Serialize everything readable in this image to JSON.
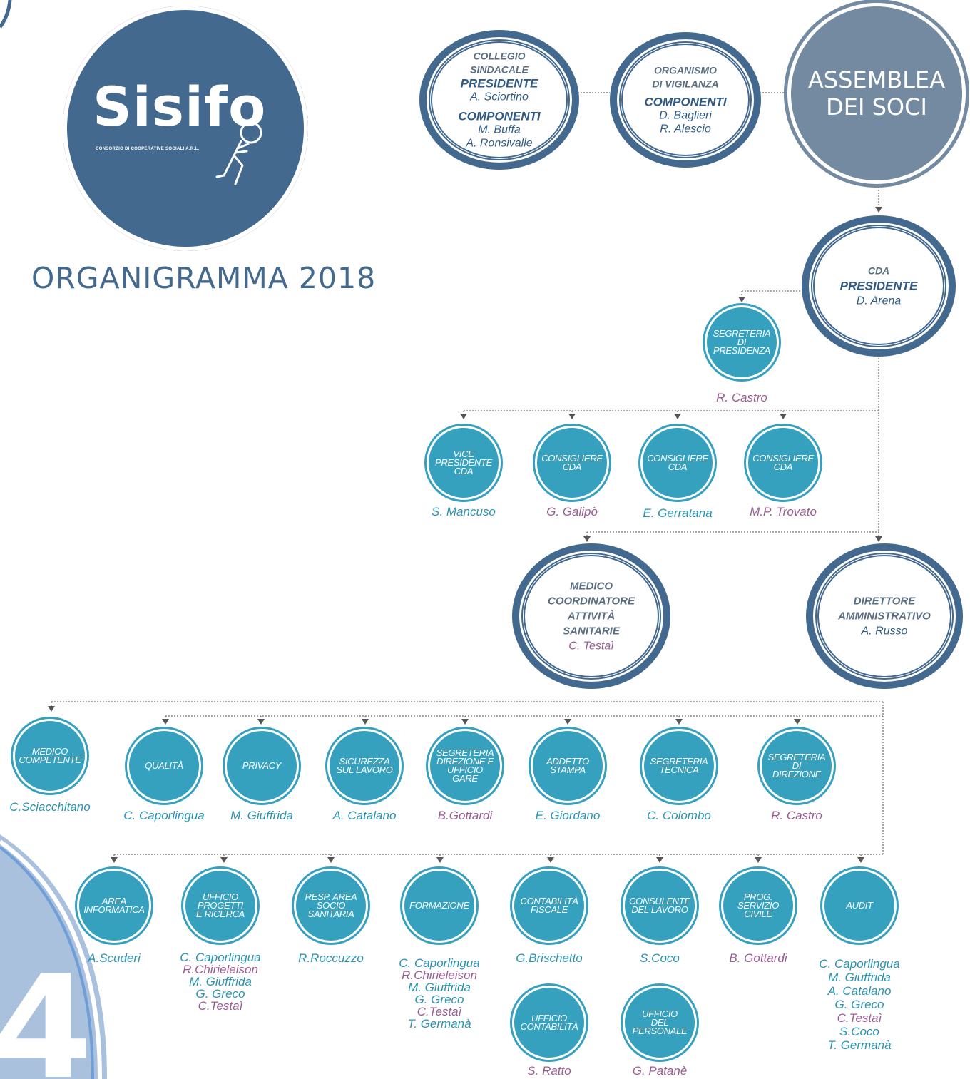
{
  "logo": {
    "word": "Sisifo",
    "subtitle": "CONSORZIO DI COOPERATIVE SOCIALI A.R.L."
  },
  "page_title": "ORGANIGRAMMA 2018",
  "corner_digit": "4",
  "colors": {
    "navy": "#43698f",
    "teal": "#35a1bf",
    "slate": "#738aa0",
    "pink": "#9a5c92"
  },
  "top": {
    "collegio": {
      "line1": "COLLEGIO",
      "line2": "SINDACALE",
      "role1": "PRESIDENTE",
      "name1": "A. Sciortino",
      "role2": "COMPONENTI",
      "name2": "M. Buffa",
      "name3": "A. Ronsivalle"
    },
    "organismo": {
      "line1": "ORGANISMO",
      "line2": "DI VIGILANZA",
      "role": "COMPONENTI",
      "name1": "D. Baglieri",
      "name2": "R. Alescio"
    },
    "assemblea": {
      "line1": "ASSEMBLEA",
      "line2": "DEI SOCI"
    },
    "cda": {
      "line1": "CDA",
      "role": "PRESIDENTE",
      "name": "D. Arena"
    }
  },
  "segreteria_presidenza": {
    "label": [
      "SEGRETERIA",
      "DI",
      "PRESIDENZA"
    ],
    "person": "R. Castro"
  },
  "council": [
    {
      "label": [
        "VICE",
        "PRESIDENTE",
        "CDA"
      ],
      "person": "S. Mancuso"
    },
    {
      "label": [
        "CONSIGLIERE",
        "CDA"
      ],
      "person": "G. Galipò"
    },
    {
      "label": [
        "CONSIGLIERE",
        "CDA"
      ],
      "person": "E. Gerratana"
    },
    {
      "label": [
        "CONSIGLIERE",
        "CDA"
      ],
      "person": "M.P. Trovato"
    }
  ],
  "medico_coordinatore": {
    "lines": [
      "MEDICO",
      "COORDINATORE",
      "ATTIVITÀ",
      "SANITARIE"
    ],
    "person": "C. Testaì"
  },
  "direttore": {
    "lines": [
      "DIRETTORE",
      "AMMINISTRATIVO"
    ],
    "person": "A. Russo"
  },
  "row3": [
    {
      "label": [
        "MEDICO",
        "COMPETENTE"
      ],
      "person": "C.Sciacchitano"
    },
    {
      "label": [
        "QUALITÀ"
      ],
      "person": "C. Caporlingua"
    },
    {
      "label": [
        "PRIVACY"
      ],
      "person": "M. Giuffrida"
    },
    {
      "label": [
        "SICUREZZA",
        "SUL LAVORO"
      ],
      "person": "A. Catalano"
    },
    {
      "label": [
        "SEGRETERIA",
        "DIREZIONE E",
        "UFFICIO",
        "GARE"
      ],
      "person": "B.Gottardi"
    },
    {
      "label": [
        "ADDETTO",
        "STAMPA"
      ],
      "person": "E. Giordano"
    },
    {
      "label": [
        "SEGRETERIA",
        "TECNICA"
      ],
      "person": "C. Colombo"
    },
    {
      "label": [
        "SEGRETERIA",
        "DI",
        "DIREZIONE"
      ],
      "person": "R. Castro"
    }
  ],
  "row4": [
    {
      "label": [
        "AREA",
        "INFORMATICA"
      ],
      "people": [
        "A.Scuderi"
      ]
    },
    {
      "label": [
        "UFFICIO",
        "PROGETTI",
        "E RICERCA"
      ],
      "people": [
        "C. Caporlingua",
        "R.Chirieleison",
        "M. Giuffrida",
        "G. Greco",
        "C.Testaì"
      ]
    },
    {
      "label": [
        "RESP. AREA",
        "SOCIO",
        "SANITARIA"
      ],
      "people": [
        "R.Roccuzzo"
      ]
    },
    {
      "label": [
        "FORMAZIONE"
      ],
      "people": [
        "C. Caporlingua",
        "R.Chirieleison",
        "M. Giuffrida",
        "G. Greco",
        "C.Testaì",
        "T. Germanà"
      ]
    },
    {
      "label": [
        "CONTABILITÀ",
        "FISCALE"
      ],
      "people": [
        "G.Brischetto"
      ]
    },
    {
      "label": [
        "CONSULENTE",
        "DEL LAVORO"
      ],
      "people": [
        "S.Coco"
      ]
    },
    {
      "label": [
        "PROG.",
        "SERVIZIO",
        "CIVILE"
      ],
      "people": [
        "B. Gottardi"
      ]
    },
    {
      "label": [
        "AUDIT"
      ],
      "people": [
        "C. Caporlingua",
        "M. Giuffrida",
        "A. Catalano",
        "G. Greco",
        "C.Testaì",
        "S.Coco",
        "T. Germanà"
      ]
    }
  ],
  "row5": [
    {
      "label": [
        "UFFICIO",
        "CONTABILITÀ"
      ],
      "person": "S. Ratto"
    },
    {
      "label": [
        "UFFICIO",
        "DEL",
        "PERSONALE"
      ],
      "person": "G. Patanè"
    }
  ]
}
